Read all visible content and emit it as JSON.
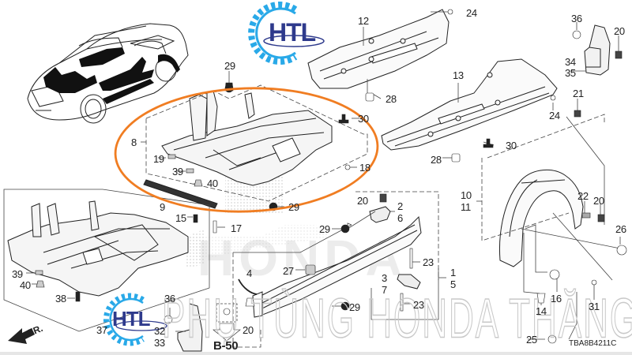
{
  "diagram": {
    "code": "TBA8B4211C",
    "direction_label": "FR.",
    "reference_label": "B-50",
    "watermark_text": "PHỤ TÙNG HONDA THĂNG LONG",
    "brand_watermark": "HONDA",
    "logo_text": "HTL",
    "colors": {
      "highlight_ellipse": "#f07d22",
      "logo_gear": "#29a9e8",
      "logo_text": "#2e3a8c",
      "line": "#222222",
      "watermark": "#c9c9c9"
    }
  },
  "labels": {
    "l1": "1",
    "l2": "2",
    "l3": "3",
    "l4": "4",
    "l5": "5",
    "l6": "6",
    "l7": "7",
    "l8": "8",
    "l9": "9",
    "l10": "10",
    "l11": "11",
    "l12": "12",
    "l13": "13",
    "l14": "14",
    "l15": "15",
    "l16": "16",
    "l17": "17",
    "l18": "18",
    "l19": "19",
    "l20a": "20",
    "l20b": "20",
    "l20c": "20",
    "l20d": "20",
    "l20e": "20",
    "l21": "21",
    "l22": "22",
    "l23a": "23",
    "l23b": "23",
    "l24a": "24",
    "l24b": "24",
    "l25": "25",
    "l26": "26",
    "l27": "27",
    "l28a": "28",
    "l28b": "28",
    "l29a": "29",
    "l29b": "29",
    "l29c": "29",
    "l29d": "29",
    "l30a": "30",
    "l30b": "30",
    "l31": "31",
    "l32": "32",
    "l33": "33",
    "l34": "34",
    "l35": "35",
    "l36a": "36",
    "l36b": "36",
    "l37": "37",
    "l38": "38",
    "l39a": "39",
    "l39b": "39",
    "l40a": "40",
    "l40b": "40"
  }
}
